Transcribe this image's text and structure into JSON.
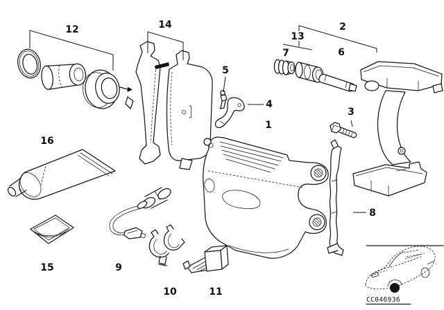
{
  "diagram": {
    "colors": {
      "background": "#ffffff",
      "line": "#161616",
      "wheel_marker": "#000000"
    },
    "parts": {
      "p1": "1",
      "p2": "2",
      "p3": "3",
      "p4": "4",
      "p5": "5",
      "p6": "6",
      "p7": "7",
      "p8": "8",
      "p9": "9",
      "p10": "10",
      "p11": "11",
      "p12": "12",
      "p13": "13",
      "p14": "14",
      "p15": "15",
      "p16": "16"
    },
    "inset": {
      "code": "CC046936"
    }
  }
}
